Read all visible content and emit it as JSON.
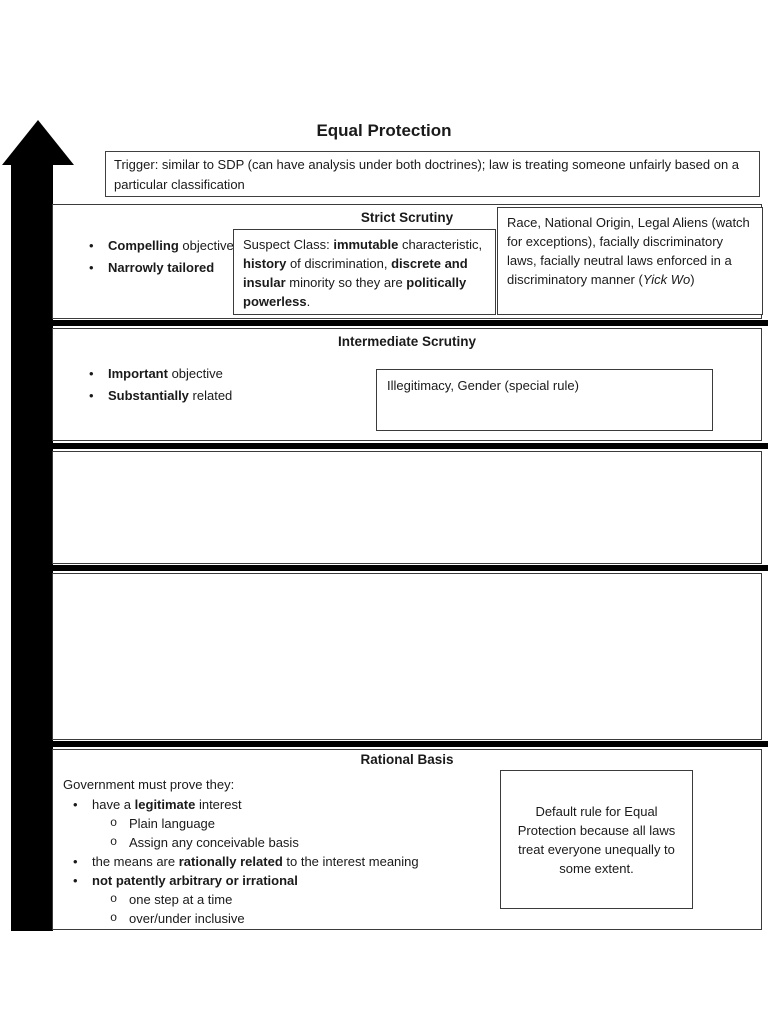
{
  "title": "Equal Protection",
  "trigger": {
    "text": "Trigger: similar to SDP (can have analysis under both doctrines); law is treating someone unfairly based on a particular classification"
  },
  "markers": {
    "level1": "•",
    "level2": "o"
  },
  "strict": {
    "header": "Strict Scrutiny",
    "bullets": [
      {
        "runs": [
          {
            "t": "Compelling",
            "b": true
          },
          {
            "t": " objective"
          }
        ]
      },
      {
        "runs": [
          {
            "t": "Narrowly tailored",
            "b": true
          }
        ]
      }
    ],
    "suspect_class_box": {
      "runs": [
        {
          "t": "Suspect Class: "
        },
        {
          "t": "immutable",
          "b": true
        },
        {
          "t": " characteristic, "
        },
        {
          "t": "history",
          "b": true
        },
        {
          "t": " of discrimination, "
        },
        {
          "t": "discrete and insular",
          "b": true
        },
        {
          "t": " minority so they are "
        },
        {
          "t": "politically powerless",
          "b": true
        },
        {
          "t": "."
        }
      ]
    },
    "classifications_box": {
      "runs": [
        {
          "t": "Race, National Origin, Legal Aliens (watch for exceptions), facially discriminatory laws, facially neutral laws enforced in a discriminatory manner ("
        },
        {
          "t": "Yick Wo",
          "i": true
        },
        {
          "t": ")"
        }
      ]
    }
  },
  "intermediate": {
    "header": "Intermediate Scrutiny",
    "bullets": [
      {
        "runs": [
          {
            "t": "Important",
            "b": true
          },
          {
            "t": " objective"
          }
        ]
      },
      {
        "runs": [
          {
            "t": "Substantially",
            "b": true
          },
          {
            "t": " related"
          }
        ]
      }
    ],
    "classifications_box": {
      "text": "Illegitimacy, Gender (special rule)"
    }
  },
  "rational": {
    "header": "Rational Basis",
    "intro": "Government must prove they:",
    "bullets": [
      {
        "level": 1,
        "runs": [
          {
            "t": "have a "
          },
          {
            "t": "legitimate",
            "b": true
          },
          {
            "t": " interest"
          }
        ]
      },
      {
        "level": 2,
        "runs": [
          {
            "t": "Plain language"
          }
        ]
      },
      {
        "level": 2,
        "runs": [
          {
            "t": "Assign any conceivable basis"
          }
        ]
      },
      {
        "level": 1,
        "runs": [
          {
            "t": "the means are "
          },
          {
            "t": "rationally related",
            "b": true
          },
          {
            "t": " to the interest meaning"
          }
        ]
      },
      {
        "level": 1,
        "runs": [
          {
            "t": "not patently arbitrary or irrational",
            "b": true
          }
        ]
      },
      {
        "level": 2,
        "runs": [
          {
            "t": "one step at a time"
          }
        ]
      },
      {
        "level": 2,
        "runs": [
          {
            "t": "over/under inclusive"
          }
        ]
      }
    ],
    "default_rule_box": {
      "text": "Default rule for Equal Protection because all laws treat everyone unequally to some extent."
    }
  },
  "colors": {
    "ink": "#1a1a1a",
    "box_border": "#3b3b3b",
    "divider_bar": "#000000",
    "arrow": "#000000"
  }
}
